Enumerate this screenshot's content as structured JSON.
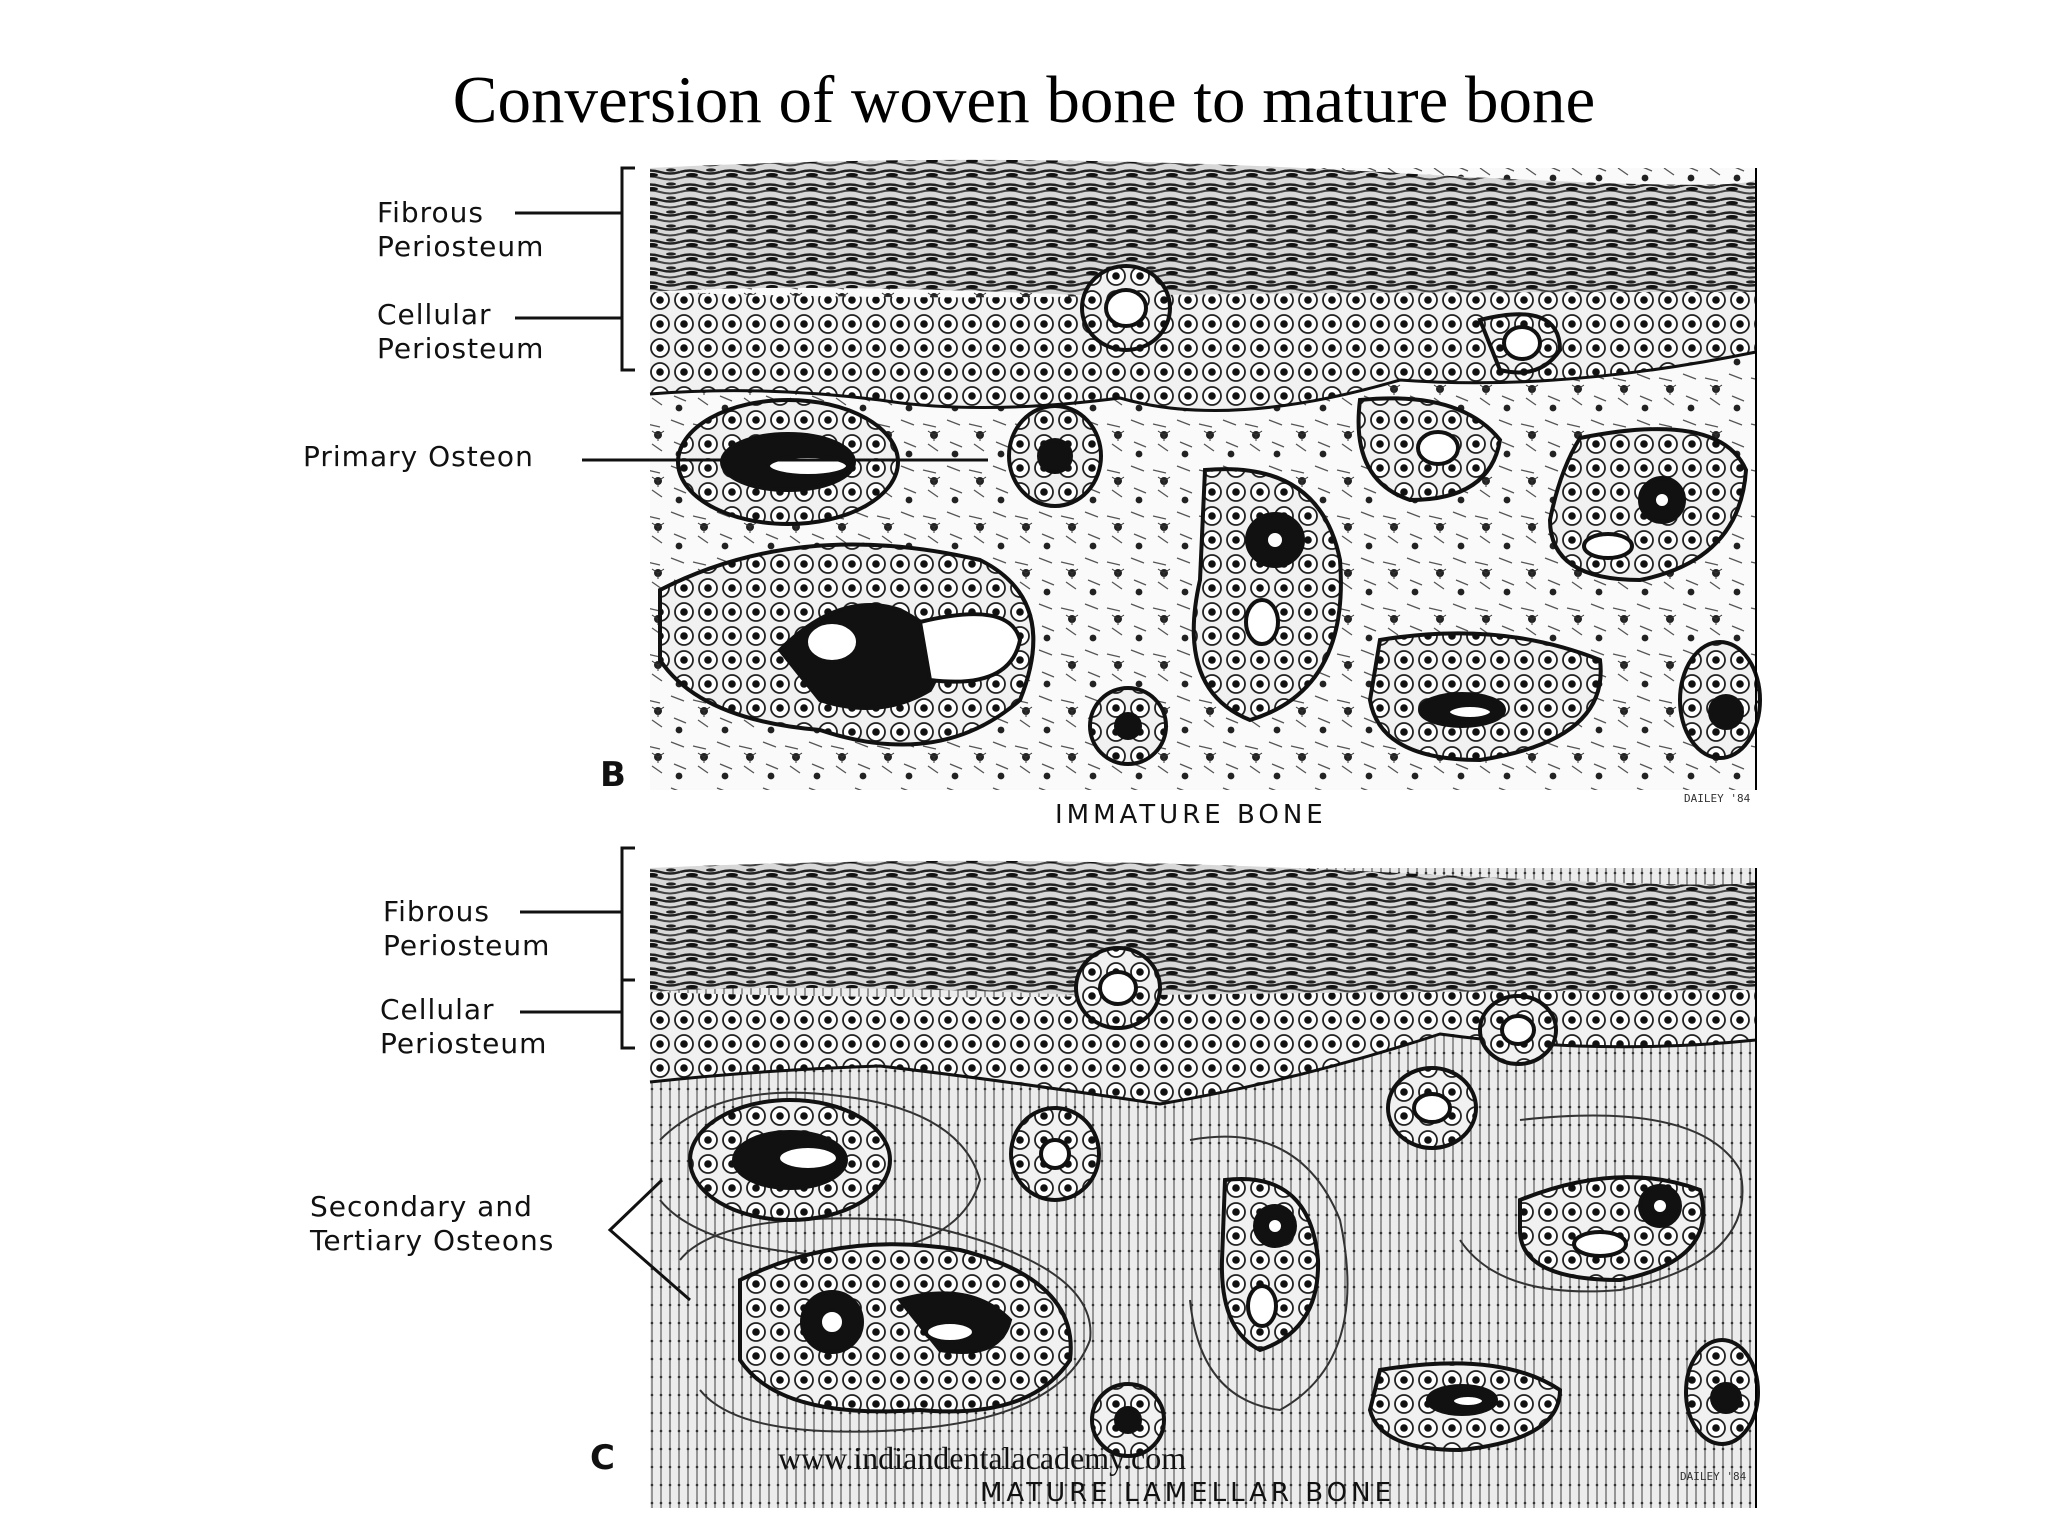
{
  "slide": {
    "title": "Conversion of woven bone to mature bone",
    "watermark": "www.indiandentalacademy.com"
  },
  "panels": [
    {
      "letter": "B",
      "caption": "IMMATURE BONE",
      "signature": "DAILEY '84",
      "labels": [
        {
          "lines": [
            "Fibrous",
            "Periosteum"
          ]
        },
        {
          "lines": [
            "Cellular",
            "Periosteum"
          ]
        },
        {
          "lines": [
            "Primary Osteon"
          ]
        }
      ]
    },
    {
      "letter": "C",
      "caption": "MATURE LAMELLAR BONE",
      "signature": "DAILEY '84",
      "labels": [
        {
          "lines": [
            "Fibrous",
            "Periosteum"
          ]
        },
        {
          "lines": [
            "Cellular",
            "Periosteum"
          ]
        },
        {
          "lines": [
            "Secondary and",
            "Tertiary Osteons"
          ]
        }
      ]
    }
  ]
}
